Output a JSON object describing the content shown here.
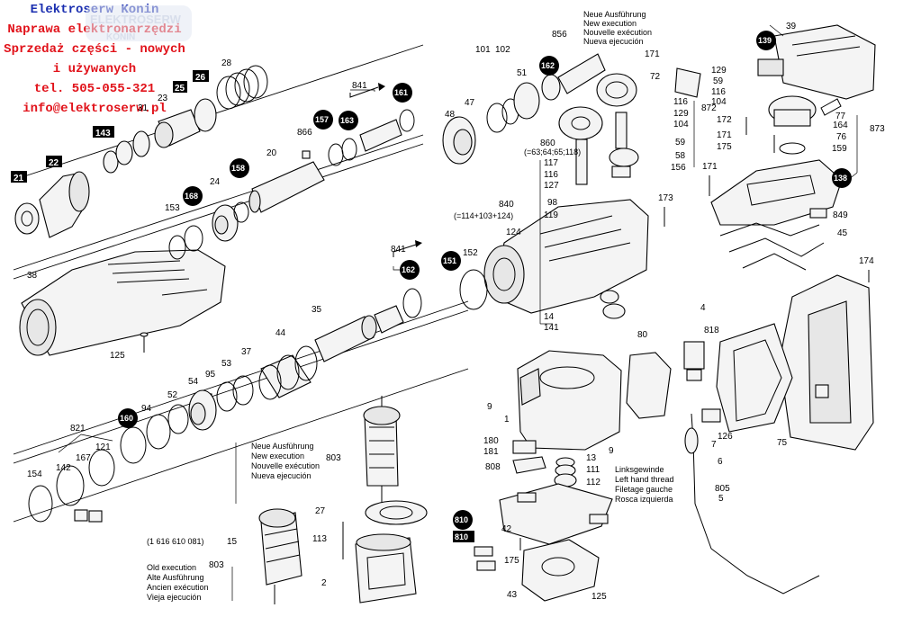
{
  "header": {
    "lines": [
      "Elektroserw Konin",
      "Naprawa elektronarzędzi",
      "Sprzedaż części - nowych",
      "i używanych",
      "tel. 505-055-321",
      "info@elektroserw.pl"
    ]
  },
  "watermark": {
    "line1": "ELEKTROSERW",
    "line2": "KONIN"
  },
  "notes": {
    "new_exec_top": [
      "Neue Ausführung",
      "New execution",
      "Nouvelle exécution",
      "Nueva ejecución"
    ],
    "new_exec_mid": [
      "Neue Ausführung",
      "New execution",
      "Nouvelle exécution",
      "Nueva ejecución"
    ],
    "old_exec": [
      "Old execution",
      "Alte Ausführung",
      "Ancien exécution",
      "Vieja ejecución"
    ],
    "left_thread": [
      "Linksgewinde",
      "Left hand thread",
      "Filetage gauche",
      "Rosca izquierda"
    ],
    "note_860": "(=63;64;65;118)",
    "note_840": "(=114+103+124)",
    "note_15": "(1 616 610 081)"
  },
  "parts": {
    "p21": "21",
    "p22": "22",
    "p143": "143",
    "p38": "38",
    "p125a": "125",
    "p125b": "125",
    "p28": "28",
    "p26": "26",
    "p25": "25",
    "p23": "23",
    "p31": "31",
    "p841a": "841",
    "p841b": "841",
    "p866": "866",
    "p20": "20",
    "p24": "24",
    "p153": "153",
    "p44": "44",
    "p35": "35",
    "p37": "37",
    "p53": "53",
    "p95": "95",
    "p54": "54",
    "p52": "52",
    "p94": "94",
    "p821": "821",
    "p142": "142",
    "p167": "167",
    "p121": "121",
    "p154": "154",
    "p152": "152",
    "p124": "124",
    "p101": "101",
    "p102": "102",
    "p47": "47",
    "p48": "48",
    "p51": "51",
    "p856": "856",
    "p171a": "171",
    "p72": "72",
    "p116a": "116",
    "p129a": "129",
    "p104a": "104",
    "p872": "872",
    "p59a": "59",
    "p58": "58",
    "p156": "156",
    "p860": "860",
    "p117": "117",
    "p116b": "116",
    "p127": "127",
    "p840": "840",
    "p98": "98",
    "p119": "119",
    "p173": "173",
    "p14": "14",
    "p141": "141",
    "p9a": "9",
    "p1": "1",
    "p180": "180",
    "p181": "181",
    "p808": "808",
    "p9b": "9",
    "p13": "13",
    "p111": "111",
    "p112": "112",
    "p42": "42",
    "p175": "175",
    "p43": "43",
    "p803a": "803",
    "p27": "27",
    "p113": "113",
    "p803b": "803",
    "p15": "15",
    "p2": "2",
    "p39": "39",
    "p129b": "129",
    "p59b": "59",
    "p116c": "116",
    "p104b": "104",
    "p172": "172",
    "p171b": "171",
    "p175b": "175",
    "p77": "77",
    "p164": "164",
    "p76": "76",
    "p159": "159",
    "p873": "873",
    "p171c": "171",
    "p849": "849",
    "p45": "45",
    "p174": "174",
    "p80": "80",
    "p4": "4",
    "p818": "818",
    "p126": "126",
    "p7": "7",
    "p6": "6",
    "p805": "805",
    "p5": "5",
    "p75": "75"
  },
  "badges": {
    "b161a": "161",
    "b157": "157",
    "b163": "163",
    "b158": "158",
    "b168": "168",
    "b160": "160",
    "b162a": "162",
    "b151": "151",
    "b162b": "162",
    "b139": "139",
    "b138": "138",
    "b810": "810"
  },
  "tags": {
    "t810": "810"
  },
  "colors": {
    "header_title": "#1b2fb0",
    "header_text": "#e1121a",
    "watermark": "#b9c4dc"
  }
}
